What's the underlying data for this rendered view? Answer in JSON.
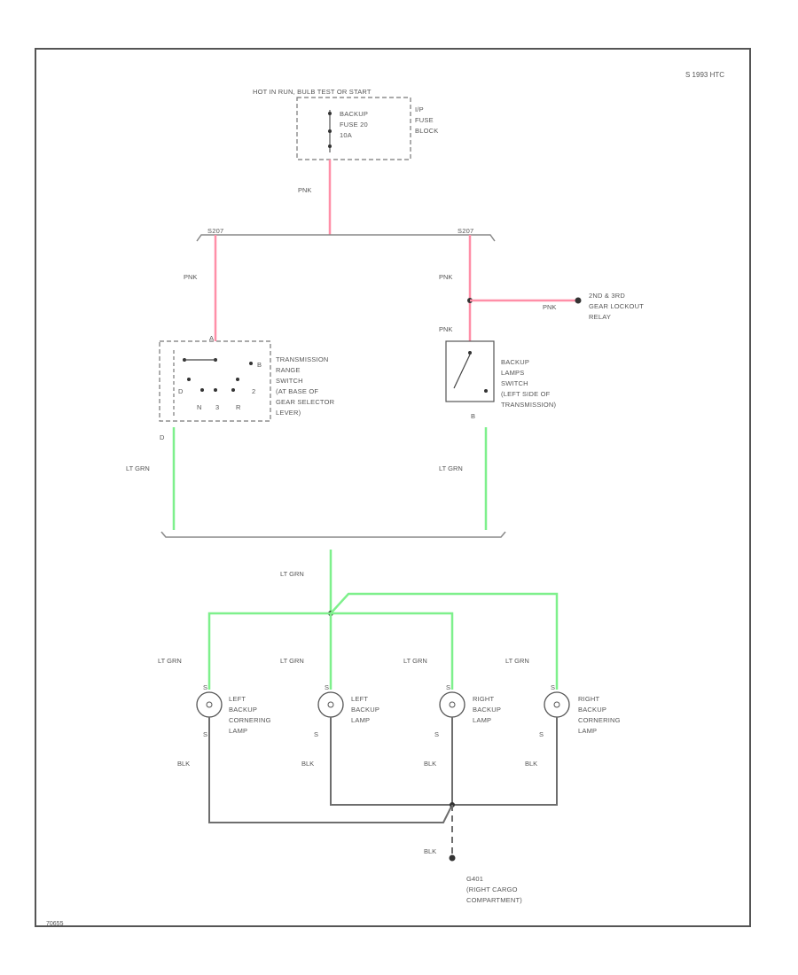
{
  "diagram": {
    "revision": "S 1993 HTC",
    "footer_code": "70655",
    "fuse_block": {
      "hot_label": "HOT IN RUN, BULB TEST OR START",
      "fuse_lines": [
        "BACKUP",
        "FUSE 20",
        "10A"
      ],
      "block_lines": [
        "I/P",
        "FUSE",
        "BLOCK"
      ]
    },
    "wire_colors": {
      "pnk": "PNK",
      "lt_grn": "LT GRN",
      "blk": "BLK"
    },
    "colors": {
      "pnk": "#ff8fa8",
      "lt_grn": "#7ef08c",
      "blk": "#6e6e6e",
      "frame": "#555555"
    },
    "splice_labels": {
      "s1": "S207",
      "s2": "S207"
    },
    "gear_relay": {
      "lines": [
        "2ND & 3RD",
        "GEAR LOCKOUT",
        "RELAY"
      ]
    },
    "trans_range_switch": {
      "lines": [
        "TRANSMISSION",
        "RANGE",
        "SWITCH",
        "(AT BASE OF",
        "GEAR SELECTOR",
        "LEVER)"
      ],
      "pins": [
        "A",
        "B",
        "2",
        "N",
        "D",
        "3",
        "R"
      ],
      "out_pin": "D"
    },
    "backup_switch": {
      "lines": [
        "BACKUP",
        "LAMPS",
        "SWITCH",
        "(LEFT SIDE OF",
        "TRANSMISSION)"
      ],
      "out_pin": "B"
    },
    "lamps": [
      {
        "lines": [
          "LEFT",
          "BACKUP",
          "CORNERING",
          "LAMP"
        ],
        "top_pin": "S",
        "bot_pin": "S"
      },
      {
        "lines": [
          "LEFT",
          "BACKUP",
          "LAMP"
        ],
        "top_pin": "S",
        "bot_pin": "S"
      },
      {
        "lines": [
          "RIGHT",
          "BACKUP",
          "LAMP"
        ],
        "top_pin": "S",
        "bot_pin": "S"
      },
      {
        "lines": [
          "RIGHT",
          "BACKUP",
          "CORNERING",
          "LAMP"
        ],
        "top_pin": "S",
        "bot_pin": "S"
      }
    ],
    "ground": {
      "label": "G401",
      "lines": [
        "G401",
        "(RIGHT CARGO",
        "COMPARTMENT)"
      ]
    }
  }
}
